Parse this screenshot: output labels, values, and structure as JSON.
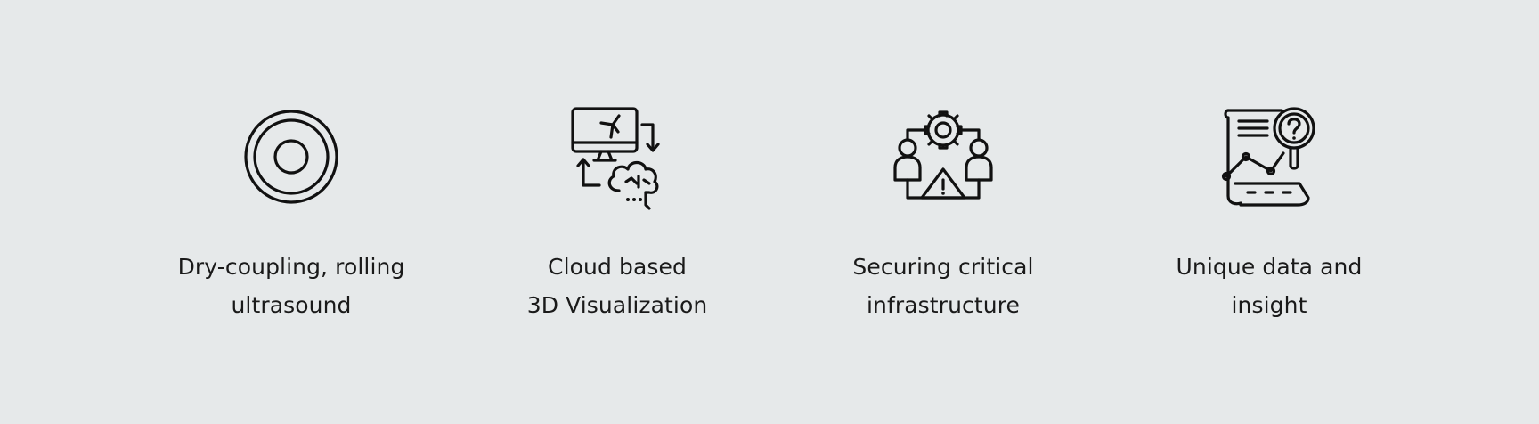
{
  "features": [
    {
      "icon": "concentric-rings-icon",
      "line1": "Dry-coupling, rolling",
      "line2": "ultrasound"
    },
    {
      "icon": "cloud-brain-monitor-icon",
      "line1": "Cloud based",
      "line2": "3D Visualization"
    },
    {
      "icon": "gear-people-warning-icon",
      "line1": "Securing critical",
      "line2": "infrastructure"
    },
    {
      "icon": "data-report-magnifier-icon",
      "line1": "Unique data and",
      "line2": "insight"
    }
  ],
  "colors": {
    "background": "#e6e9ea",
    "text": "#1a1a1a",
    "icon_stroke": "#111111"
  }
}
